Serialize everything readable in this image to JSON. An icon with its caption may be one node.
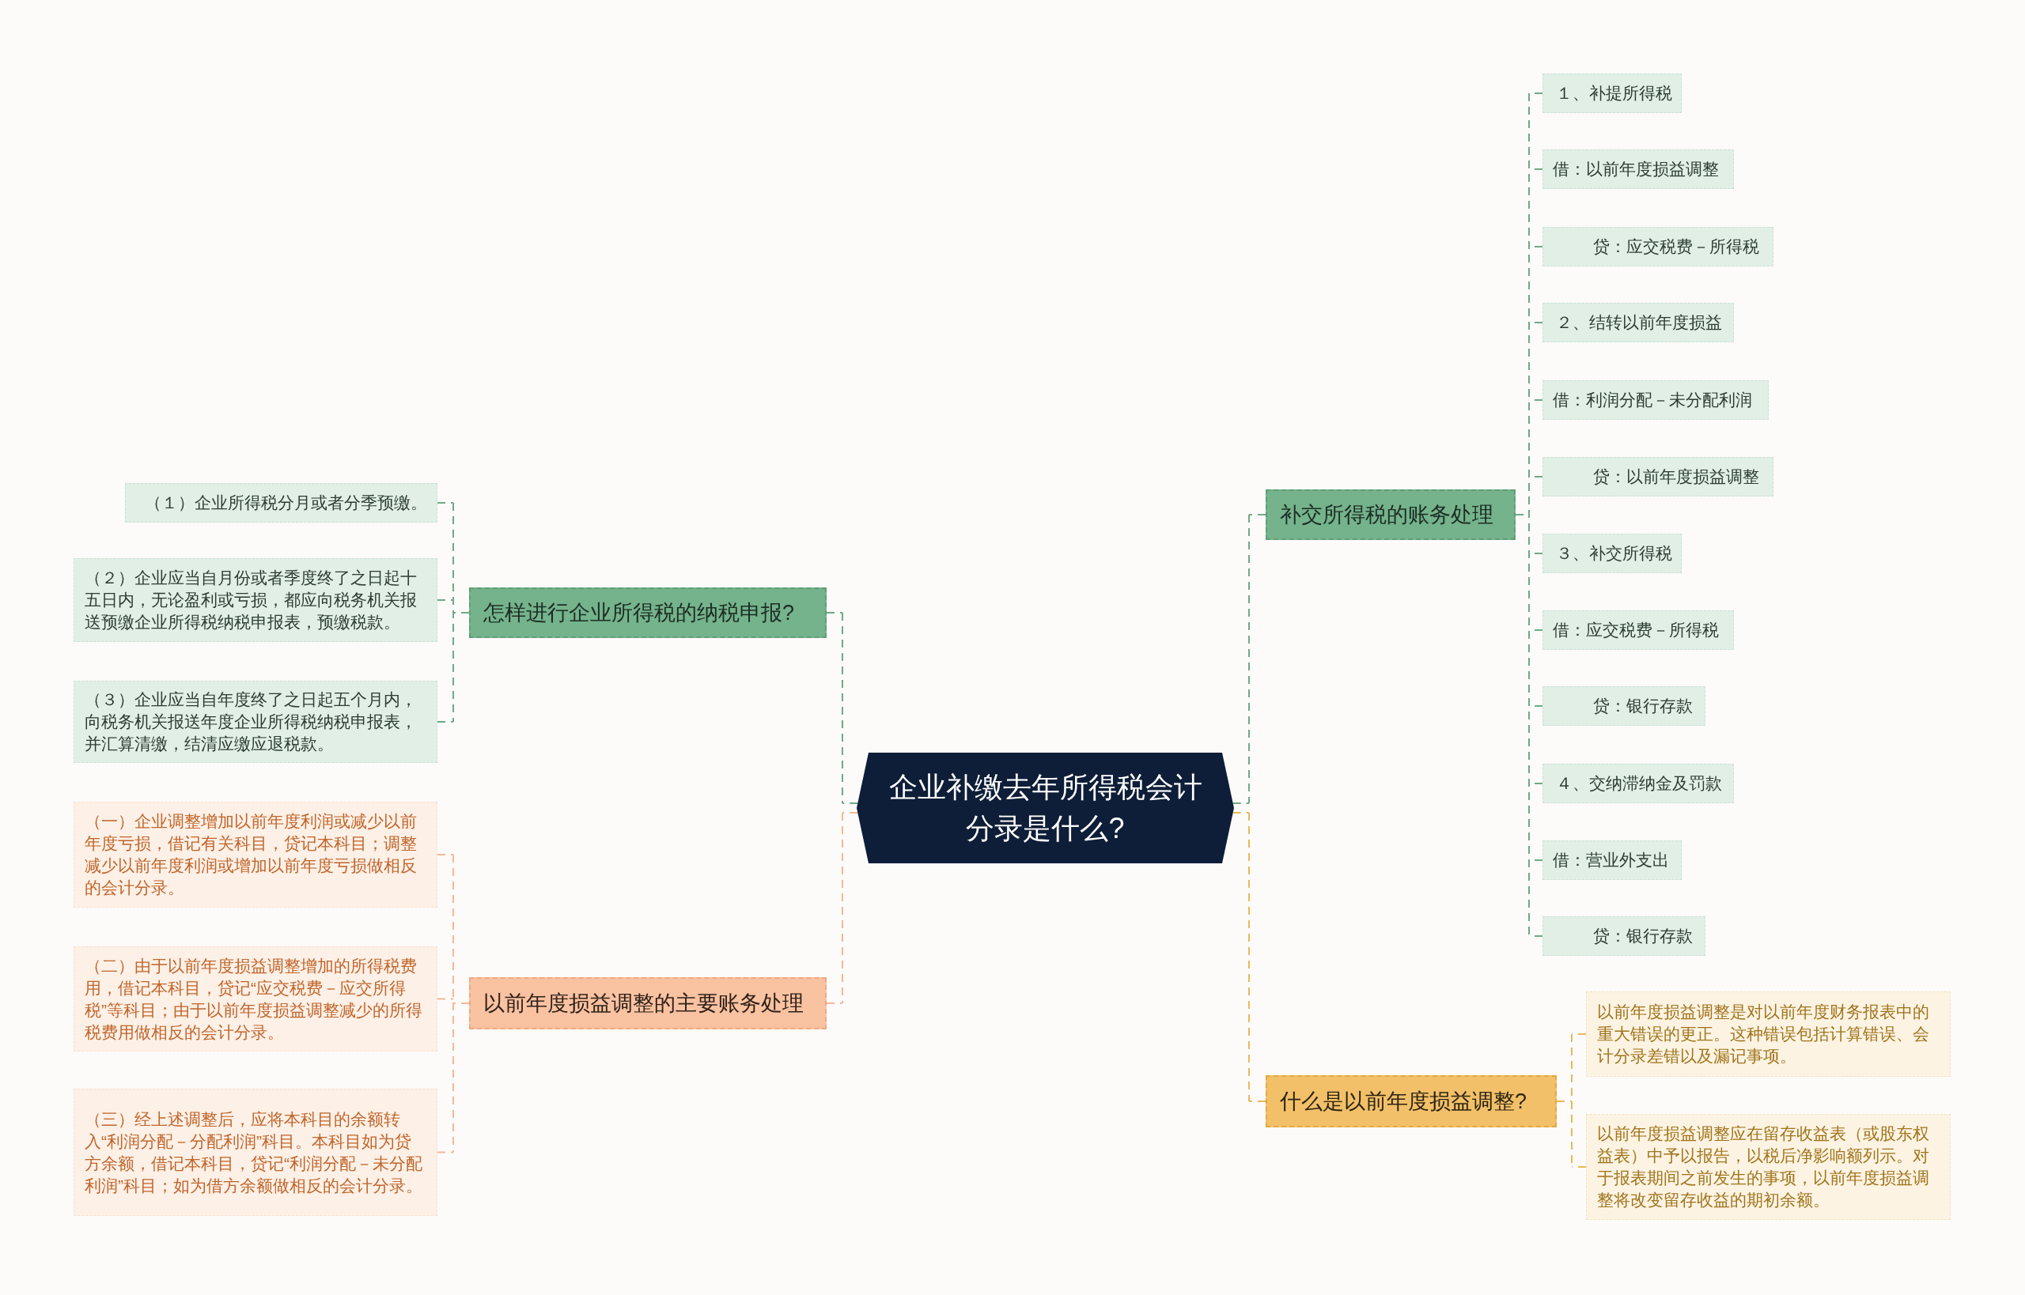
{
  "diagram": {
    "nodes": [
      {
        "text": [
          "企业补缴去年所得税会计分录是什么?"
        ]
      },
      {
        "text": [
          "怎样进行企业所得税的纳税申报?"
        ]
      },
      {
        "text": [
          "（１）企业所得税分月或者分季预缴。"
        ]
      },
      {
        "text": [
          "（２）企业应当自月份或者季度终了之日起十五日内，无论盈利或亏损，都应向税务机关报送预缴企业所得税纳税申报表，预缴税款。"
        ]
      },
      {
        "text": [
          "（３）企业应当自年度终了之日起五个月内，向税务机关报送年度企业所得税纳税申报表，并汇算清缴，结清应缴应退税款。"
        ]
      },
      {
        "text": [
          "以前年度损益调整的主要账务处理"
        ]
      },
      {
        "text": [
          "（一）企业调整增加以前年度利润或减少以前年度亏损，借记有关科目，贷记本科目；调整减少以前年度利润或增加以前年度亏损做相反的会计分录。"
        ]
      },
      {
        "text": [
          "（二）由于以前年度损益调整增加的所得税费用，借记本科目，贷记“应交税费－应交所得税”等科目；由于以前年度损益调整减少的所得税费用做相反的会计分录。"
        ]
      },
      {
        "text": [
          "（三）经上述调整后，应将本科目的余额转入“利润分配－分配利润”科目。本科目如为贷方余额，借记本科目，贷记“利润分配－未分配利润”科目；如为借方余额做相反的会计分录。"
        ]
      },
      {
        "text": [
          "补交所得税的账务处理"
        ]
      },
      {
        "text": [
          "１、补提所得税"
        ]
      },
      {
        "text": [
          "借：以前年度损益调整"
        ]
      },
      {
        "text": [
          "贷：应交税费－所得税"
        ]
      },
      {
        "text": [
          "２、结转以前年度损益"
        ]
      },
      {
        "text": [
          "借：利润分配－未分配利润"
        ]
      },
      {
        "text": [
          "贷：以前年度损益调整"
        ]
      },
      {
        "text": [
          "３、补交所得税"
        ]
      },
      {
        "text": [
          "借：应交税费－所得税"
        ]
      },
      {
        "text": [
          "贷：银行存款"
        ]
      },
      {
        "text": [
          "４、交纳滞纳金及罚款"
        ]
      },
      {
        "text": [
          "借：营业外支出"
        ]
      },
      {
        "text": [
          "贷：银行存款"
        ]
      },
      {
        "text": [
          "什么是以前年度损益调整?"
        ]
      },
      {
        "text": [
          "以前年度损益调整是对以前年度财务报表中的重大错误的更正。这种错误包括计算错误、会计分录差错以及漏记事项。"
        ]
      },
      {
        "text": [
          "以前年度损益调整应在留存收益表（或股东权益表）中予以报告，以税后净影响额列示。对于报表期间之前发生的事项，以前年度损益调整将改变留存收益的期初余额。"
        ]
      }
    ],
    "edges": [
      {
        "from": 0,
        "to": 1,
        "arrow": "none",
        "style": "dashed"
      },
      {
        "from": 1,
        "to": 2,
        "arrow": "none",
        "style": "dashed"
      },
      {
        "from": 1,
        "to": 3,
        "arrow": "none",
        "style": "dashed"
      },
      {
        "from": 1,
        "to": 4,
        "arrow": "none",
        "style": "dashed"
      },
      {
        "from": 0,
        "to": 5,
        "arrow": "none",
        "style": "dashed",
        "color": "#f4b896"
      },
      {
        "from": 5,
        "to": 6,
        "arrow": "none",
        "style": "dashed",
        "color": "#f4b896"
      },
      {
        "from": 5,
        "to": 7,
        "arrow": "none",
        "style": "dashed",
        "color": "#f4b896"
      },
      {
        "from": 5,
        "to": 8,
        "arrow": "none",
        "style": "dashed",
        "color": "#f4b896"
      },
      {
        "from": 0,
        "to": 9,
        "arrow": "none",
        "style": "dashed"
      },
      {
        "from": 9,
        "to": 10,
        "arrow": "none",
        "style": "dashed"
      },
      {
        "from": 9,
        "to": 11,
        "arrow": "none",
        "style": "dashed"
      },
      {
        "from": 9,
        "to": 12,
        "arrow": "none",
        "style": "dashed"
      },
      {
        "from": 9,
        "to": 13,
        "arrow": "none",
        "style": "dashed"
      },
      {
        "from": 9,
        "to": 14,
        "arrow": "none",
        "style": "dashed"
      },
      {
        "from": 9,
        "to": 15,
        "arrow": "none",
        "style": "dashed"
      },
      {
        "from": 9,
        "to": 16,
        "arrow": "none",
        "style": "dashed"
      },
      {
        "from": 9,
        "to": 17,
        "arrow": "none",
        "style": "dashed"
      },
      {
        "from": 9,
        "to": 18,
        "arrow": "none",
        "style": "dashed"
      },
      {
        "from": 9,
        "to": 19,
        "arrow": "none",
        "style": "dashed"
      },
      {
        "from": 9,
        "to": 20,
        "arrow": "none",
        "style": "dashed"
      },
      {
        "from": 9,
        "to": 21,
        "arrow": "none",
        "style": "dashed"
      },
      {
        "from": 0,
        "to": 22,
        "arrow": "none",
        "style": "dashed",
        "color": "#e8b95a"
      },
      {
        "from": 22,
        "to": 23,
        "arrow": "none",
        "style": "dashed",
        "color": "#e8b95a"
      },
      {
        "from": 22,
        "to": 24,
        "arrow": "none",
        "style": "dashed",
        "color": "#e8b95a"
      }
    ]
  }
}
